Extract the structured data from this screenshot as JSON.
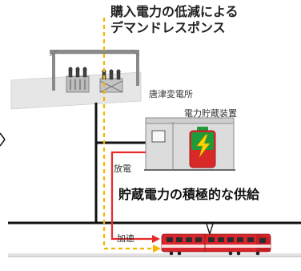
{
  "title": {
    "line1": "購入電力の低減による",
    "line2": "デマンドレスポンス"
  },
  "labels": {
    "substation": "唐津変電所",
    "storage_device": "電力貯蔵装置",
    "discharge": "放電",
    "acceleration": "加速",
    "active_supply": "貯蔵電力の積極的な供給"
  },
  "colors": {
    "demand_response_flow": "#f6b400",
    "discharge_flow": "#e52b2b",
    "train_body": "#d9262c",
    "battery_body": "#d82828",
    "battery_cap": "#1f9a3a",
    "storage_housing": "#dcdcdc",
    "substation_ground": "#e6e6e6",
    "line": "#111111"
  },
  "icons": [
    "substation-icon",
    "storage-housing-icon",
    "battery-icon",
    "train-icon"
  ]
}
